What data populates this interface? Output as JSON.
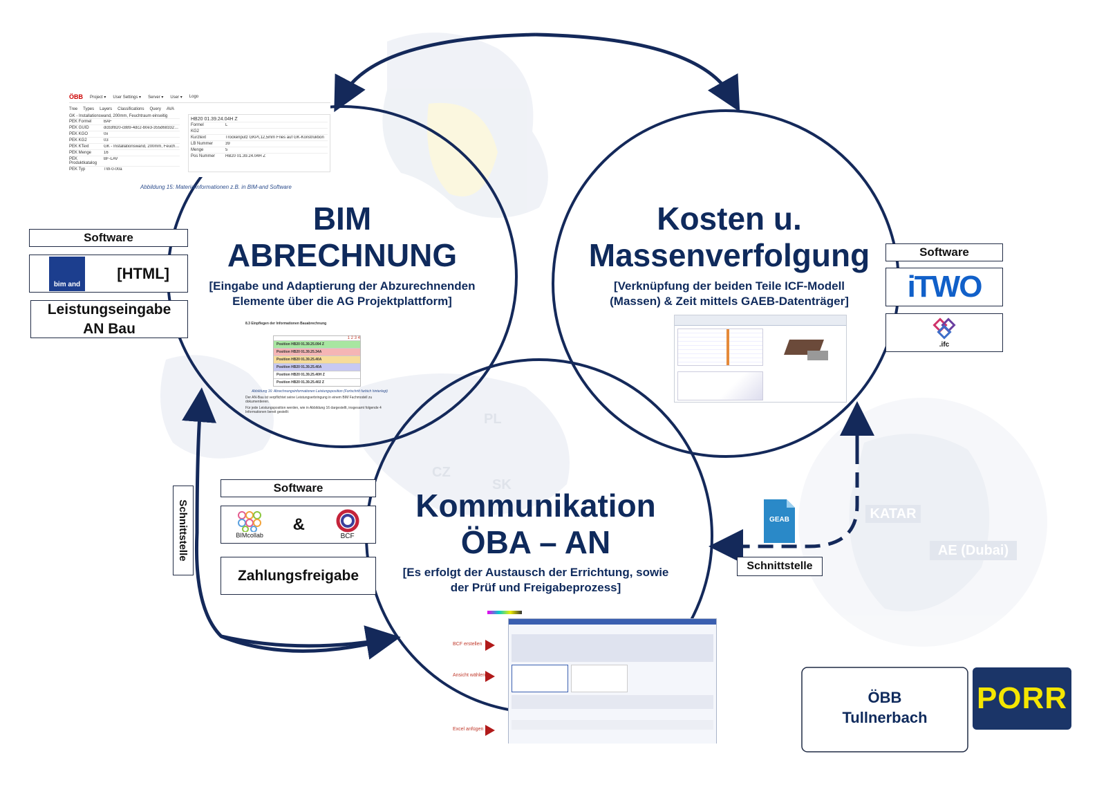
{
  "bim": {
    "title_line1": "BIM",
    "title_line2": "ABRECHNUNG",
    "subtitle_line1": "[Eingabe und Adaptierung der Abzurechnenden",
    "subtitle_line2": "Elemente über die AG Projektplattform]"
  },
  "kosten": {
    "title_line1": "Kosten u.",
    "title_line2": "Massenverfolgung",
    "subtitle_line1": "[Verknüpfung der beiden Teile ICF-Modell",
    "subtitle_line2": "(Massen) & Zeit mittels GAEB-Datenträger]"
  },
  "komm": {
    "title_line1": "Kommunikation",
    "title_line2": "ÖBA – AN",
    "subtitle_line1": "[Es erfolgt der Austausch der Errichtung, sowie",
    "subtitle_line2": "der Prüf und Freigabeprozess]"
  },
  "left_panel": {
    "software_label": "Software",
    "html_label": "[HTML]",
    "bim_logo_text": "bim and",
    "leistung_line1": "Leistungseingabe",
    "leistung_line2": "AN Bau"
  },
  "right_panel": {
    "software_label": "Software",
    "itwo_logo": "iTWO",
    "ifc_label": ".ifc"
  },
  "bottom_left_panel": {
    "software_label": "Software",
    "bimcollab_label": "BIMcollab",
    "ampersand": "&",
    "bcf_label": "BCF",
    "zahlung_label": "Zahlungsfreigabe"
  },
  "interfaces": {
    "schnittstelle_left": "Schnittstelle",
    "schnittstelle_right": "Schnittstelle",
    "geab_label": "GEAB"
  },
  "map_labels": {
    "katar": "KATAR",
    "dubai": "AE (Dubai)",
    "pl": "PL",
    "cz": "CZ",
    "sk": "SK"
  },
  "footer": {
    "client_line1": "ÖBB",
    "client_line2": "Tullnerbach",
    "porr_logo": "PORR"
  },
  "screenshot_top": {
    "brand": "ÖBB",
    "menu": [
      "Project ▾",
      "User Settings ▾",
      "Server ▾",
      "User ▾",
      "Logo"
    ],
    "tabs": [
      "Tree",
      "Types",
      "Layers",
      "Classifications",
      "Query",
      "AVA"
    ],
    "header_row": "GK - Installationswand, 200mm, Feuchtraum einseitig",
    "rows_left": [
      [
        "PEK Formel",
        "BAF"
      ],
      [
        "PEK GUID",
        "dcb3f820-c889-4dc2-b0e3-355d68332ad7-00001b06"
      ],
      [
        "PEK KGO",
        "0x"
      ],
      [
        "PEK KG2",
        "03"
      ],
      [
        "PEK KText",
        "GK - Installationswand, 200mm, Feuchtraum einseitig"
      ],
      [
        "PEK Menge",
        "16"
      ],
      [
        "PEK Produktkatalog",
        "BF-LAV"
      ],
      [
        "PEK Typ",
        "TW-0-00a"
      ]
    ],
    "panel_title": "HB20 01.39.24.04H Z",
    "rows_right": [
      [
        "Formel",
        "L"
      ],
      [
        "KG2",
        ""
      ],
      [
        "Kurztext",
        "Trockenputz GKPI,12,5mm Fries auf GK-Konstruktion"
      ],
      [
        "LB Nummer",
        "39"
      ],
      [
        "Menge",
        "5"
      ],
      [
        "Pos Nummer",
        "HB20 01.39.24.04H Z"
      ]
    ],
    "caption": "Abbildung 15: Materialinformationen z.B. in BIM-and Software"
  },
  "screenshot_mid": {
    "section": "8.3     Einpflegen der Informationen Bauabrechnung",
    "col_numbers": "1 2 3 4",
    "positions": [
      "Position HB20 01.39.25.094 Z",
      "Position HB20 01.39.25.34A",
      "Position HB20 01.39.25.40A",
      "Position HB20 01.39.25.40A",
      "Position HB20 01.39.25.40H Z",
      "Position HB20 01.39.25.402 Z"
    ],
    "caption": "Abbildung 16: Abrechnungsinformationen Leistungsposition (Fortschritt farbich hinterlegt)",
    "text1": "Der AN-Bau ist verpflichtet seine Leistungserbringung in einem BIM Fachmodell zu dokumentieren.",
    "text2": "Für jede Leistungsposition werden, wie in Abbildung 16 dargestellt, insgesamt folgende 4 Informationen bereit gestellt:"
  },
  "screenshot_bcf": {
    "labels": [
      "BCF erstellen",
      "Ansicht wählen",
      "Excel anfügen"
    ]
  },
  "colors": {
    "navy": "#0f2a5c",
    "circle": "#14295a",
    "porr_bg": "#1b3568",
    "porr_fg": "#f5e600",
    "itwo": "#1160c9"
  }
}
